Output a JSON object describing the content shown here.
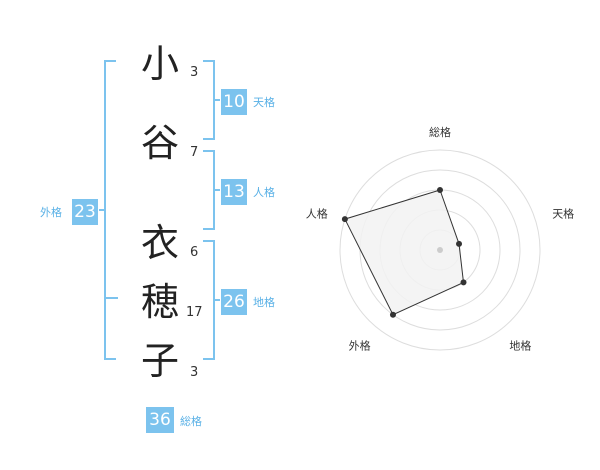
{
  "characters": [
    {
      "char": "小",
      "strokes": "3"
    },
    {
      "char": "谷",
      "strokes": "7"
    },
    {
      "char": "衣",
      "strokes": "6"
    },
    {
      "char": "穂",
      "strokes": "17"
    },
    {
      "char": "子",
      "strokes": "3"
    }
  ],
  "tenkaku": {
    "value": "10",
    "label": "天格"
  },
  "jinkaku": {
    "value": "13",
    "label": "人格"
  },
  "chikaku": {
    "value": "26",
    "label": "地格"
  },
  "gaikaku": {
    "value": "23",
    "label": "外格"
  },
  "soukaku": {
    "value": "36",
    "label": "総格"
  },
  "colors": {
    "accent": "#7cc3ee",
    "label_text": "#58b0e6",
    "chart_fill": "#f2f2f2",
    "ring": "#dddddd"
  },
  "chart_data": {
    "type": "radar",
    "axes": [
      "総格",
      "天格",
      "地格",
      "外格",
      "人格"
    ],
    "levels": 5,
    "max": 5,
    "values": [
      3,
      1,
      2,
      4,
      5
    ]
  }
}
